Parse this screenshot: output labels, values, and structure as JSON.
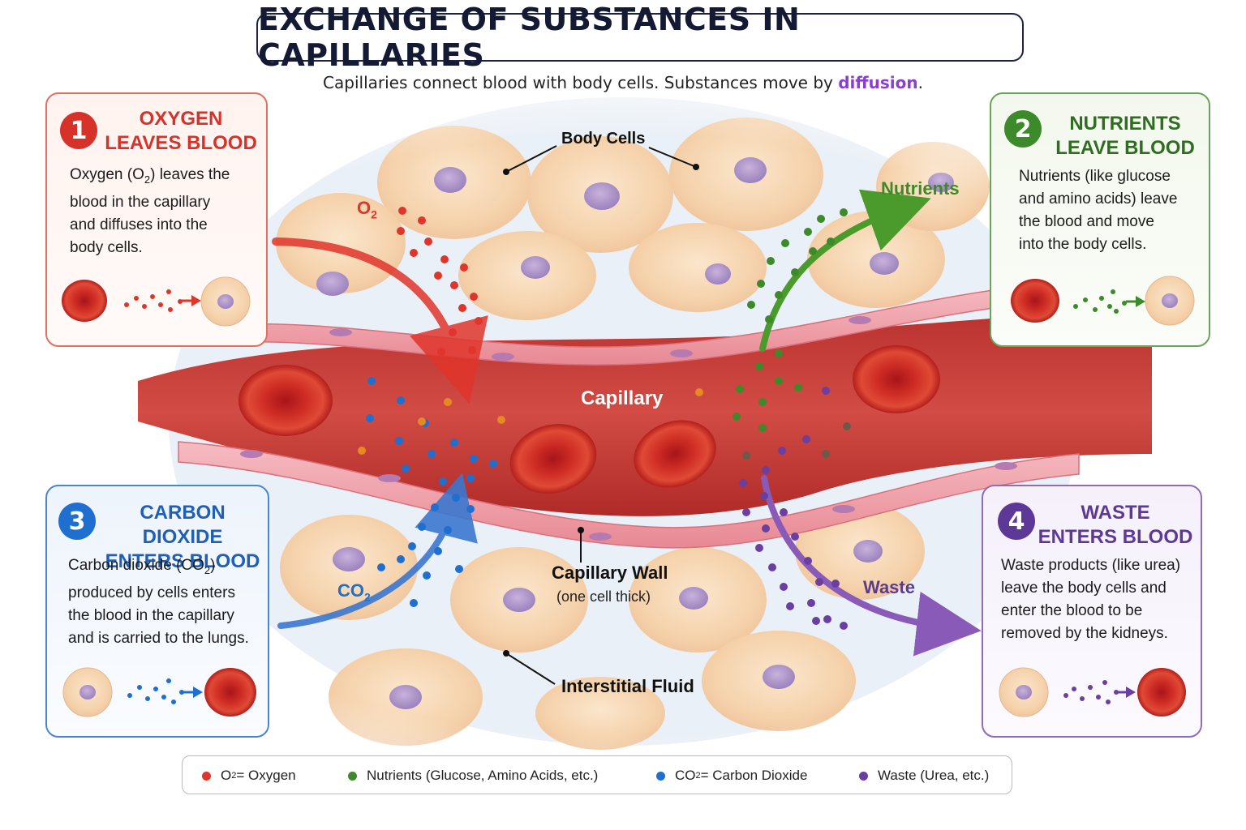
{
  "title": "EXCHANGE OF SUBSTANCES IN CAPILLARIES",
  "subtitle": {
    "text": "Capillaries connect blood with body cells. Substances move by ",
    "highlight": "diffusion",
    "end": "."
  },
  "colors": {
    "oxygen": "#e0352b",
    "nutrients": "#3d8a2a",
    "carbon_dioxide": "#1f6fd0",
    "waste": "#6b3fa0",
    "blood": "#c8302c",
    "wall": "#f2a8b0",
    "cells": "#f6d9b8"
  },
  "boxes": [
    {
      "number": "1",
      "title_line1": "OXYGEN",
      "title_line2": "LEAVES BLOOD",
      "text_line1": "Oxygen (O",
      "text_sub": "2",
      "text_rest": ") leaves the\nblood in the capillary\nand diffuses into the\nbody cells.",
      "icon": "rbc-to-cell-icon"
    },
    {
      "number": "2",
      "title_line1": "NUTRIENTS",
      "title_line2": "LEAVE BLOOD",
      "text": "Nutrients (like glucose\nand amino acids) leave\nthe blood and move\ninto the body cells.",
      "icon": "rbc-to-cell-icon"
    },
    {
      "number": "3",
      "title_line1": "CARBON DIOXIDE",
      "title_line2": "ENTERS BLOOD",
      "text_line1": "Carbon dioxide (CO",
      "text_sub": "2",
      "text_rest": ")\nproduced by cells enters\nthe blood in the capillary\nand is carried to the lungs.",
      "icon": "cell-to-rbc-icon"
    },
    {
      "number": "4",
      "title_line1": "WASTE",
      "title_line2": "ENTERS BLOOD",
      "text": "Waste products (like urea)\nleave the body cells and\nenter the blood to be\nremoved by the kidneys.",
      "icon": "cell-to-rbc-icon"
    }
  ],
  "labels": {
    "body_cells": "Body Cells",
    "capillary": "Capillary",
    "capillary_wall": "Capillary Wall",
    "capillary_wall_sub": "(one cell thick)",
    "interstitial_fluid": "Interstitial Fluid",
    "nutrients": "Nutrients",
    "waste": "Waste",
    "o2_main": "O",
    "o2_sub": "2",
    "co2_main": "CO",
    "co2_sub": "2"
  },
  "legend": [
    {
      "main": "O",
      "sub": "2",
      "rest": " = Oxygen",
      "color": "#e0352b"
    },
    {
      "main": "Nutrients (Glucose, Amino Acids, etc.)",
      "sub": "",
      "rest": "",
      "color": "#3d8a2a"
    },
    {
      "main": "CO",
      "sub": "2",
      "rest": " = Carbon Dioxide",
      "color": "#1f6fd0"
    },
    {
      "main": "Waste (Urea, etc.)",
      "sub": "",
      "rest": "",
      "color": "#6b3fa0"
    }
  ]
}
